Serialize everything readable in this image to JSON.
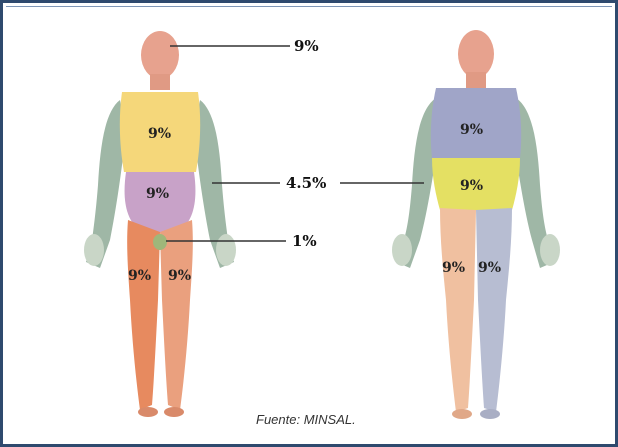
{
  "labels": {
    "head": "9%",
    "arm": "4.5%",
    "genitals": "1%"
  },
  "front": {
    "chest": "9%",
    "abdomen": "9%",
    "left_leg": "9%",
    "right_leg": "9%"
  },
  "back": {
    "upper_back": "9%",
    "lower_back": "9%",
    "left_leg": "9%",
    "right_leg": "9%"
  },
  "source": "Fuente: MINSAL.",
  "colors": {
    "head": "#e7a28e",
    "chest": "#f5d77a",
    "abdomen": "#c8a2c8",
    "arm": "#9fb7a6",
    "leg_left": "#e78a5f",
    "leg_right": "#eaa07e",
    "back_upper": "#a0a5c8",
    "back_lower": "#e4e063",
    "back_leg_right": "#b7bdd2",
    "border": "#2f4a6e"
  }
}
